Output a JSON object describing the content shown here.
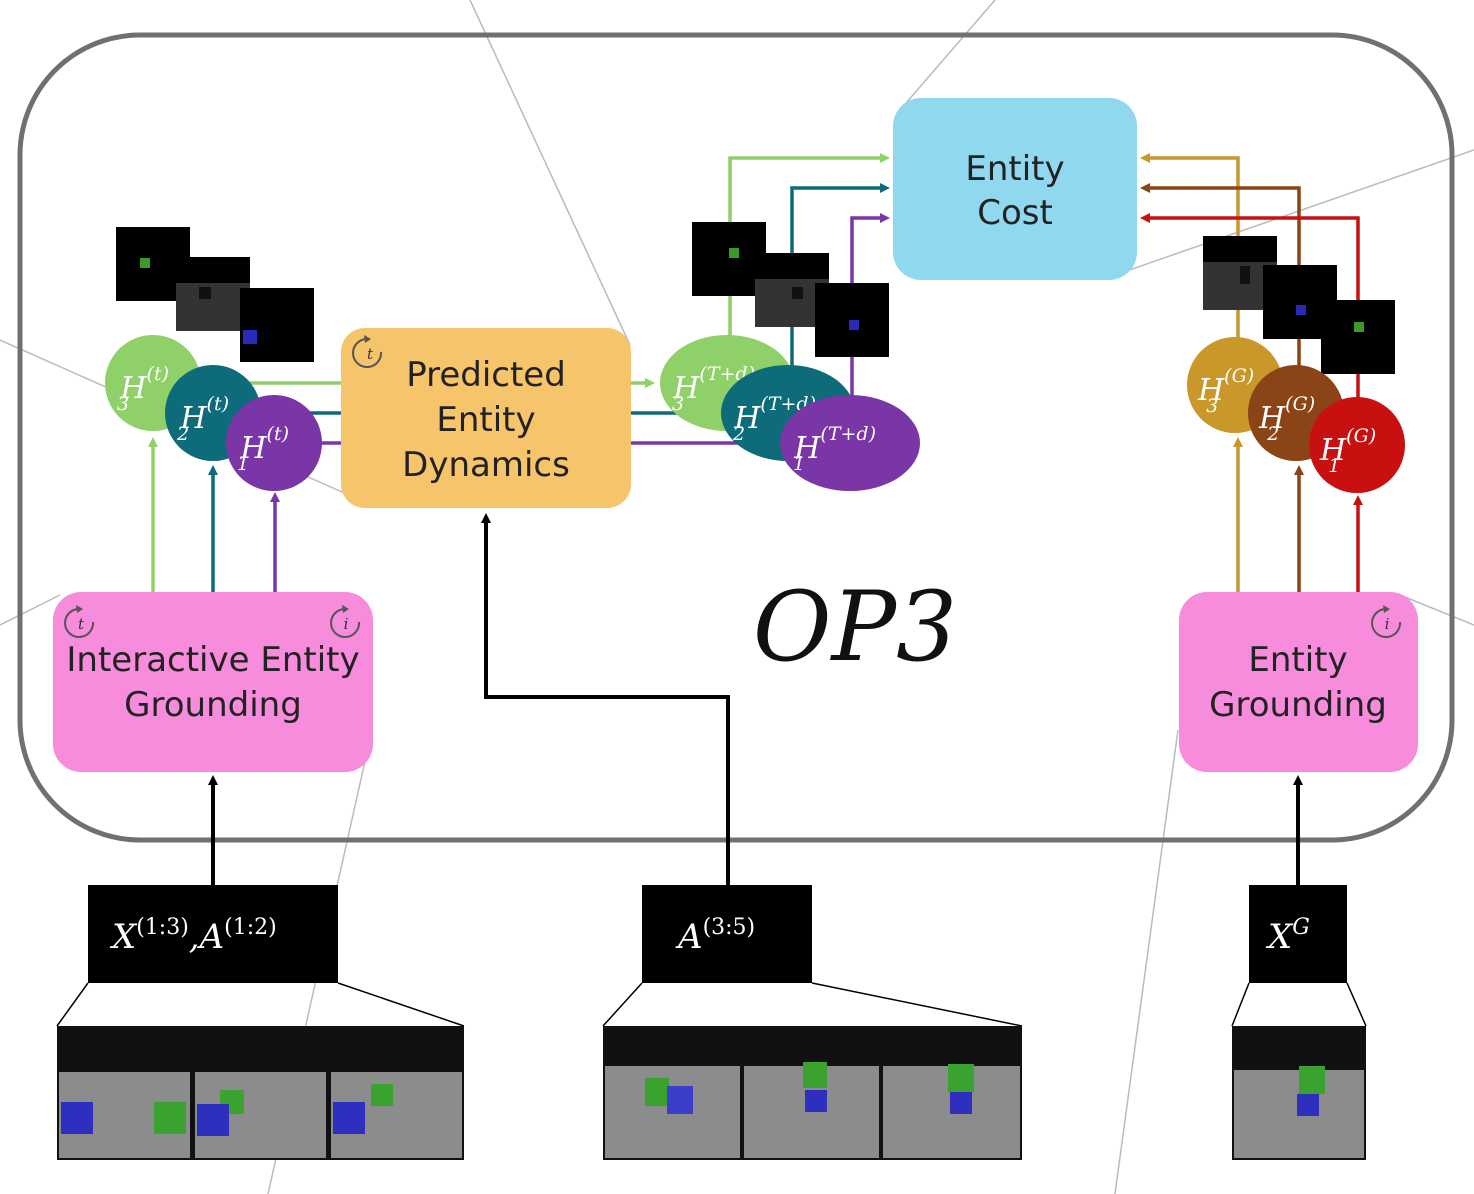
{
  "title": "OP3",
  "blocks": {
    "entity_cost": [
      "Entity",
      "Cost"
    ],
    "predicted_dynamics": [
      "Predicted",
      "Entity",
      "Dynamics"
    ],
    "interactive_grounding": [
      "Interactive Entity",
      "Grounding"
    ],
    "entity_grounding": [
      "Entity",
      "Grounding"
    ]
  },
  "loop_badges": {
    "time": "t",
    "iteration": "i"
  },
  "latents": {
    "current": {
      "base": "H",
      "sup": "(t)",
      "subs": [
        "3",
        "2",
        "1"
      ]
    },
    "predicted": {
      "base": "H",
      "sup": "(T+d)",
      "subs": [
        "3",
        "2",
        "1"
      ]
    },
    "goal": {
      "base": "H",
      "sup": "(G)",
      "subs": [
        "3",
        "2",
        "1"
      ]
    }
  },
  "inputs": {
    "observations": {
      "x": "X",
      "x_sup": "(1:3)",
      "sep": ",",
      "a": "A",
      "a_sup": "(1:2)"
    },
    "actions": {
      "base": "A",
      "sup": "(3:5)"
    },
    "goal": {
      "base": "X",
      "sup": "G"
    }
  },
  "colors": {
    "entity3": "#8fd068",
    "entity2": "#0e6b7a",
    "entity1": "#7a35a6",
    "goal3": "#c9972a",
    "goal2": "#8a4416",
    "goal1": "#c91010",
    "cost_box": "#8fd8ee",
    "dynamics_box": "#f5c46b",
    "grounding_box": "#f78cdc",
    "frame": "#707070"
  }
}
